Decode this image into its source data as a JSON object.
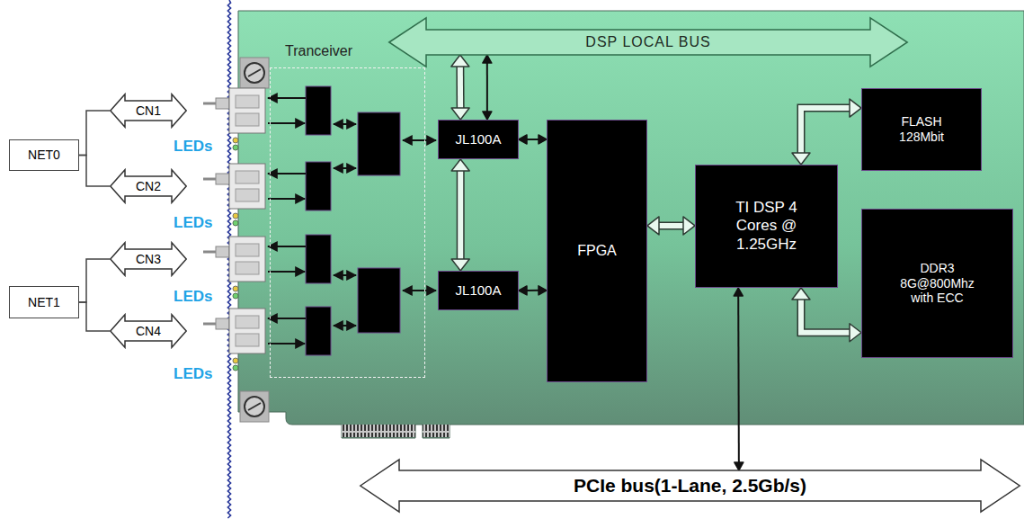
{
  "diagram": {
    "nodes": [
      {
        "text": [
          "NET0"
        ]
      },
      {
        "text": [
          "CN1"
        ]
      },
      {
        "text": [
          "CN2"
        ]
      },
      {
        "text": [
          "NET1"
        ]
      },
      {
        "text": [
          "CN3"
        ]
      },
      {
        "text": [
          "CN4"
        ]
      },
      {
        "text": [
          "Tranceiver"
        ]
      },
      {
        "text": [
          "DSP LOCAL BUS"
        ]
      },
      {
        "text": [
          "JL100A"
        ]
      },
      {
        "text": [
          "JL100A"
        ]
      },
      {
        "text": [
          "FPGA"
        ]
      },
      {
        "text": [
          "TI DSP 4 Cores @ 1.25GHz"
        ]
      },
      {
        "text": [
          "FLASH 128Mbit"
        ]
      },
      {
        "text": [
          "DDR3 8G@800Mhz with ECC"
        ]
      },
      {
        "text": [
          "PCIe bus(1-Lane, 2.5Gb/s)"
        ]
      }
    ],
    "edges": [
      {
        "from": 0,
        "to": 1,
        "arrow": "none"
      },
      {
        "from": 0,
        "to": 2,
        "arrow": "none"
      },
      {
        "from": 3,
        "to": 4,
        "arrow": "none"
      },
      {
        "from": 3,
        "to": 5,
        "arrow": "none"
      },
      {
        "from": 7,
        "to": 8,
        "arrow": "both"
      },
      {
        "from": 7,
        "to": 8,
        "arrow": "both"
      },
      {
        "from": 8,
        "to": 9,
        "arrow": "both"
      },
      {
        "from": 8,
        "to": 10,
        "arrow": "both"
      },
      {
        "from": 9,
        "to": 10,
        "arrow": "both"
      },
      {
        "from": 10,
        "to": 11,
        "arrow": "both"
      },
      {
        "from": 11,
        "to": 12,
        "arrow": "both"
      },
      {
        "from": 11,
        "to": 13,
        "arrow": "both"
      },
      {
        "from": 11,
        "to": 14,
        "arrow": "both"
      }
    ],
    "labels": [
      "LEDs",
      "LEDs",
      "LEDs",
      "LEDs"
    ]
  }
}
